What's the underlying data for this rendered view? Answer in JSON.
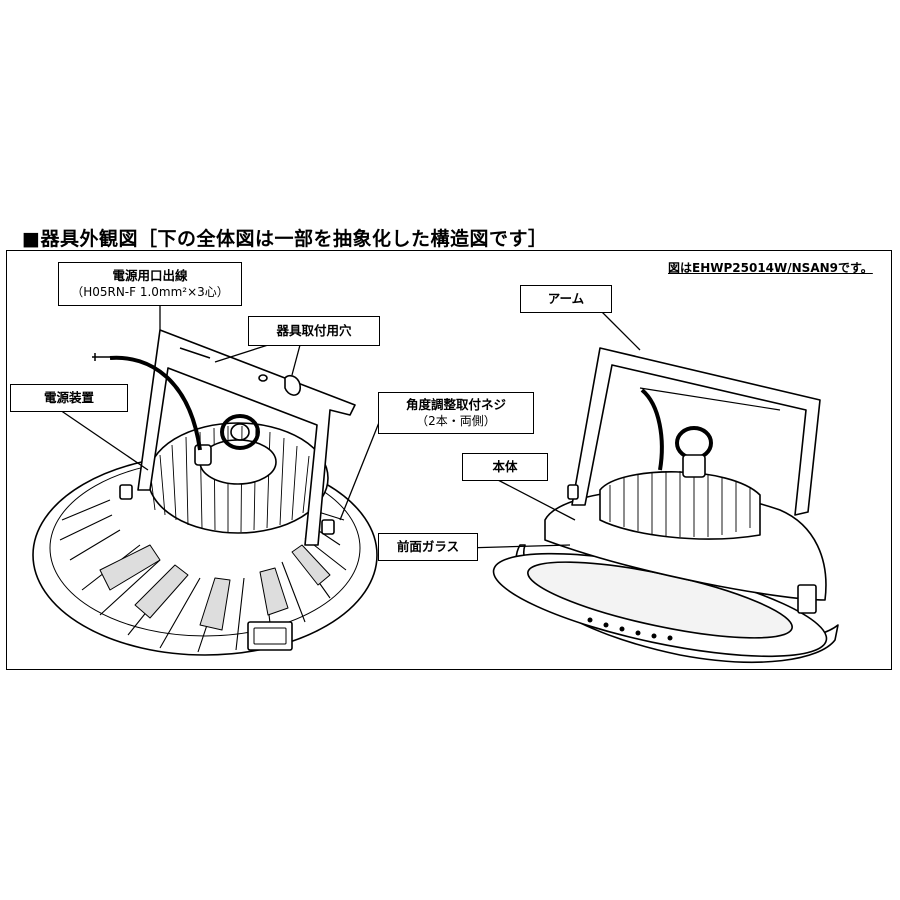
{
  "heading": "■器具外観図［下の全体図は一部を抽象化した構造図です］",
  "note": "図はEHWP25014W/NSAN9です。",
  "labels": {
    "power_cable": {
      "title": "電源用口出線",
      "spec": "（H05RN-F 1.0mm²×3心）"
    },
    "mounting_hole": {
      "title": "器具取付用穴"
    },
    "power_unit": {
      "title": "電源装置"
    },
    "angle_screw": {
      "title": "角度調整取付ネジ",
      "spec": "（2本・両側）"
    },
    "arm": {
      "title": "アーム"
    },
    "body": {
      "title": "本体"
    },
    "front_glass": {
      "title": "前面ガラス"
    }
  }
}
